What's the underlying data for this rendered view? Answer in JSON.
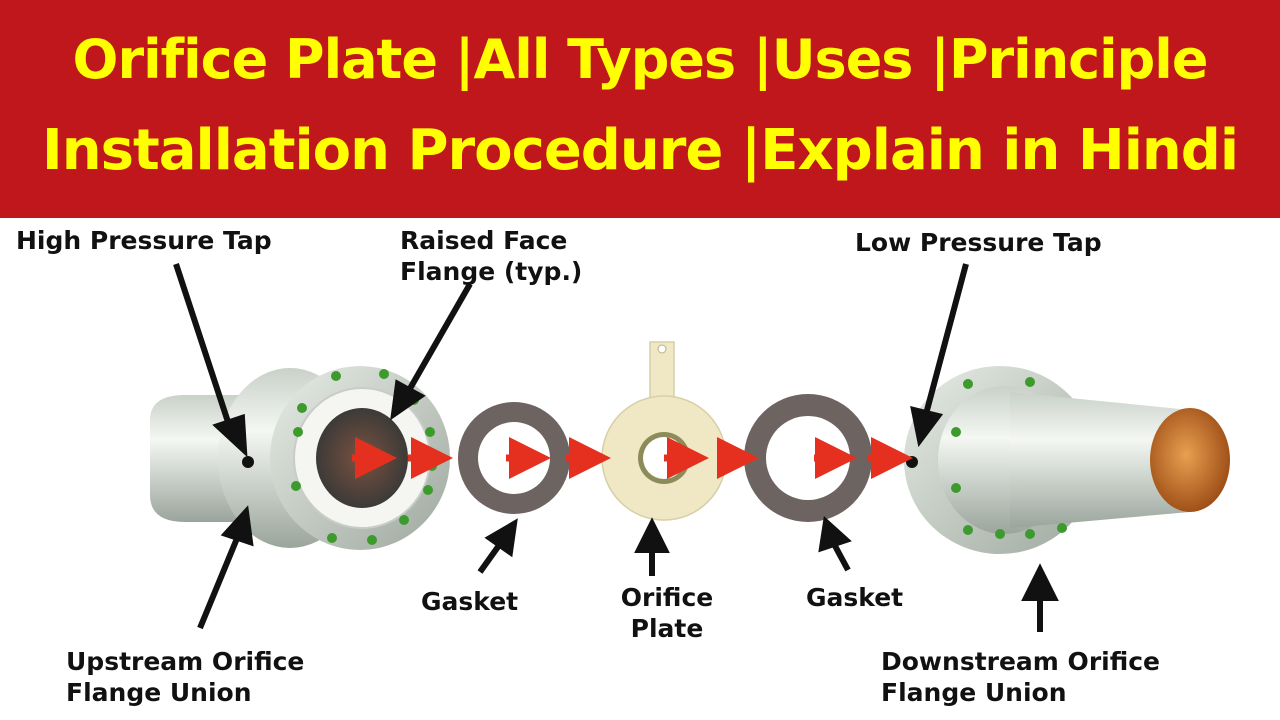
{
  "banner": {
    "line1": "Orifice Plate |All Types |Uses |Principle",
    "line2": "Installation Procedure |Explain in Hindi"
  },
  "labels": {
    "high_pressure_tap": "High Pressure Tap",
    "raised_face_line1": "Raised Face",
    "raised_face_line2": "Flange (typ.)",
    "low_pressure_tap": "Low Pressure Tap",
    "gasket_left": "Gasket",
    "orifice_line1": "Orifice",
    "orifice_line2": "Plate",
    "gasket_right": "Gasket",
    "upstream_line1": "Upstream Orifice",
    "upstream_line2": "Flange Union",
    "downstream_line1": "Downstream Orifice",
    "downstream_line2": "Flange Union"
  },
  "colors": {
    "banner_bg": "#c0171c",
    "banner_text": "#ffff00",
    "gasket": "#6d6461",
    "orifice_plate": "#f0e8c4",
    "bolt": "#3d9a2c",
    "flow_arrow": "#e53020"
  }
}
